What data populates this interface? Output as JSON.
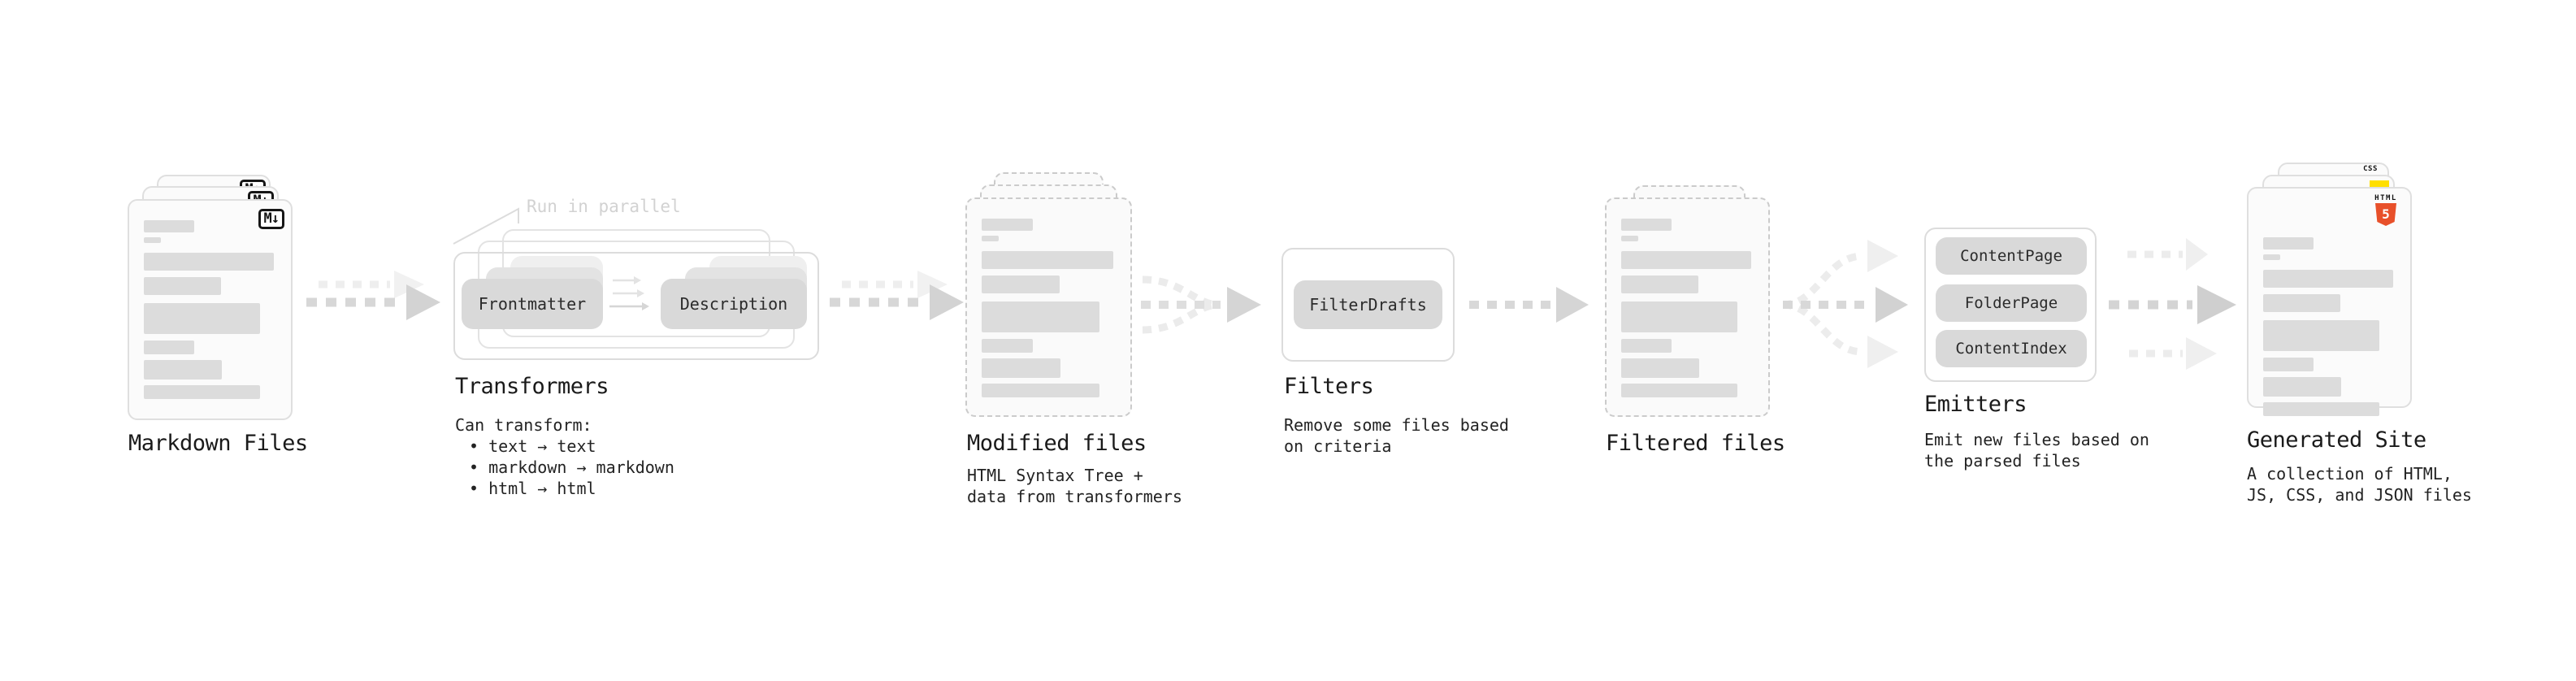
{
  "diagram": {
    "markdown": {
      "title": "Markdown Files",
      "badge": "M↓"
    },
    "transformers": {
      "title": "Transformers",
      "annotation": "Run in parallel",
      "pill_left": "Frontmatter",
      "pill_right": "Description",
      "sub_heading": "Can transform:",
      "bullets": [
        "• text → text",
        "• markdown → markdown",
        "• html → html"
      ]
    },
    "modified": {
      "title": "Modified files",
      "sub1": "HTML Syntax Tree +",
      "sub2": "data from transformers"
    },
    "filters": {
      "title": "Filters",
      "pill": "FilterDrafts",
      "sub1": "Remove some files based",
      "sub2": "on criteria"
    },
    "filtered": {
      "title": "Filtered files"
    },
    "emitters": {
      "title": "Emitters",
      "pill1": "ContentPage",
      "pill2": "FolderPage",
      "pill3": "ContentIndex",
      "sub1": "Emit new files based on",
      "sub2": "the parsed files"
    },
    "generated": {
      "title": "Generated Site",
      "sub1": "A collection of HTML,",
      "sub2": "JS, CSS, and JSON files",
      "css_badge": "CSS",
      "html_badge_label": "HTML",
      "html_badge_number": "5"
    },
    "colors": {
      "arrow_main": "#d6d6d6",
      "arrow_ghost": "#ededed",
      "pill_bg": "#d9d9d9",
      "html5_orange": "#e8502a",
      "css_blue": "#2760e6",
      "js_yellow": "#ffdf00"
    }
  }
}
